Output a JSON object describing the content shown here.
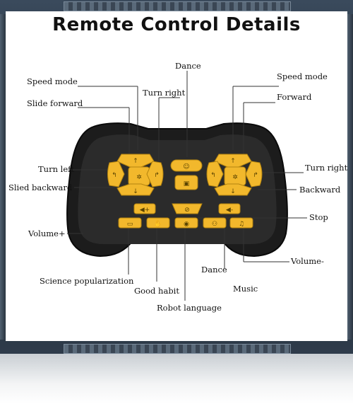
{
  "title": "Remote Control Details",
  "labels": {
    "dance_top": "Dance",
    "speed_mode_left": "Speed mode",
    "turn_right_top": "Turn right",
    "speed_mode_right": "Speed mode",
    "slide_forward": "Slide forward",
    "forward": "Forward",
    "turn_left": "Turn left",
    "turn_right_side": "Turn right",
    "slied_backward": "Slied backward",
    "backward": "Backward",
    "stop": "Stop",
    "volume_plus": "Volume+",
    "volume_minus": "Volume-",
    "dance_bottom": "Dance",
    "music": "Music",
    "science_popularization": "Science popularization",
    "good_habit": "Good habit",
    "robot_language": "Robot language"
  },
  "colors": {
    "button": "#f2b82c",
    "controller_body": "#1c1c1c",
    "controller_face": "#2b2b2b",
    "frame": "#2a3644"
  }
}
